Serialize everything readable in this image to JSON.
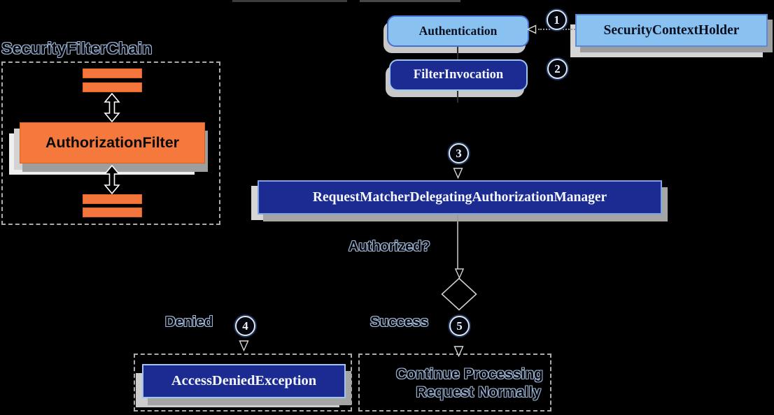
{
  "filter_chain": {
    "title": "SecurityFilterChain",
    "filter": "AuthorizationFilter"
  },
  "nodes": {
    "authentication": "Authentication",
    "security_context_holder": "SecurityContextHolder",
    "filter_invocation": "FilterInvocation",
    "authorization_manager": "RequestMatcherDelegatingAuthorizationManager",
    "access_denied_exception": "AccessDeniedException",
    "continue_line1": "Continue Processing",
    "continue_line2": "Request Normally"
  },
  "labels": {
    "question": "Authorized?",
    "denied": "Denied",
    "success": "Success"
  },
  "steps": {
    "s1": "1",
    "s2": "2",
    "s3": "3",
    "s4": "4",
    "s5": "5"
  },
  "colors": {
    "background": "#000000",
    "light_blue_fill": "#89c1f1",
    "navy_fill": "#1c2b92",
    "navy_border_light_blue": "#9fc6f0",
    "orange_fill": "#f5763c",
    "shadow_gray": "#a5a5a5",
    "shadow_light_gray": "#d5d5d5",
    "dashed_border_gray": "#ababab",
    "outline_text_halo": "#a3bad8"
  }
}
